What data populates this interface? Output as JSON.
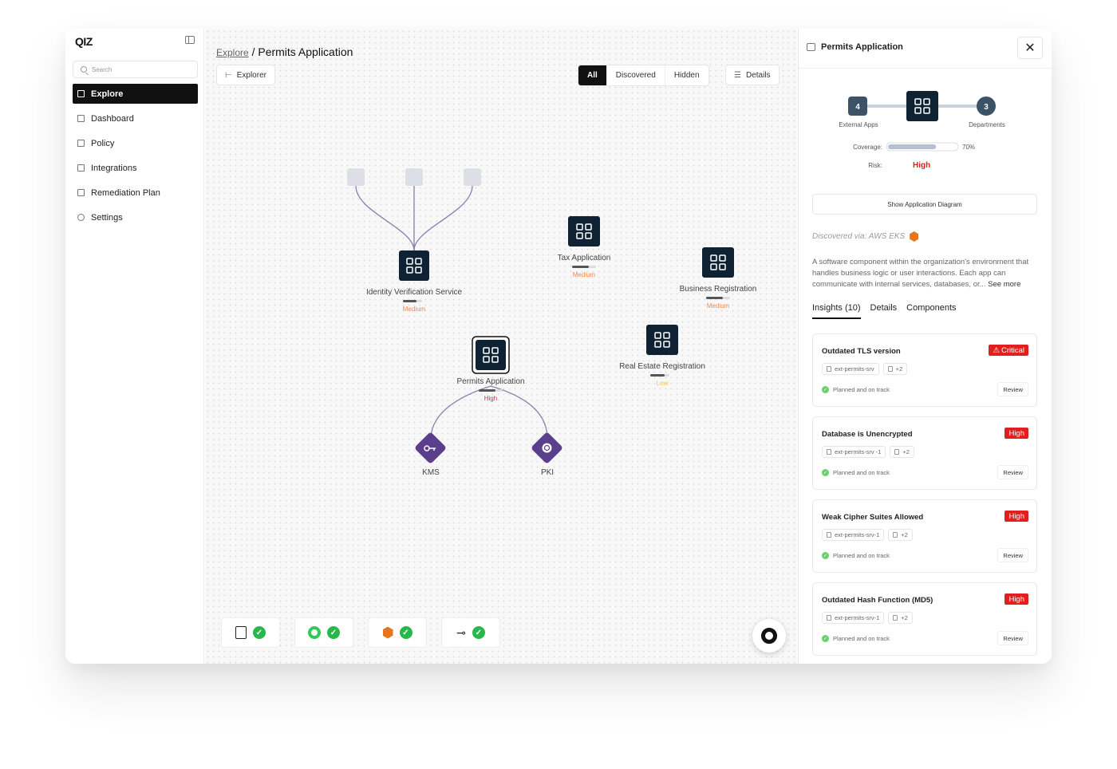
{
  "app": {
    "logo": "QIZ"
  },
  "sidebar": {
    "search_placeholder": "Search",
    "items": [
      {
        "label": "Explore",
        "icon": "telescope-icon",
        "active": true
      },
      {
        "label": "Dashboard",
        "icon": "dashboard-icon"
      },
      {
        "label": "Policy",
        "icon": "document-icon"
      },
      {
        "label": "Integrations",
        "icon": "grid-icon"
      },
      {
        "label": "Remediation Plan",
        "icon": "list-icon"
      },
      {
        "label": "Settings",
        "icon": "gear-icon"
      }
    ]
  },
  "canvas": {
    "breadcrumb_root": "Explore",
    "breadcrumb_sep": " / ",
    "breadcrumb_current": "Permits Application",
    "explorer_label": "Explorer",
    "filters": [
      "All",
      "Discovered",
      "Hidden"
    ],
    "details_label": "Details",
    "nodes": {
      "identity": {
        "label": "Identity Verification Service",
        "risk": "Medium"
      },
      "tax": {
        "label": "Tax Application",
        "risk": "Medium"
      },
      "business": {
        "label": "Business Registration",
        "risk": "Medium"
      },
      "realestate": {
        "label": "Real Estate Registration",
        "risk": "Low"
      },
      "permits": {
        "label": "Permits Application",
        "risk": "High"
      },
      "kms": {
        "label": "KMS"
      },
      "pki": {
        "label": "PKI"
      }
    },
    "integrations": [
      "qiz-doc-icon",
      "green-ring-icon",
      "aws-icon",
      "plug-icon"
    ]
  },
  "panel": {
    "title": "Permits Application",
    "external_apps_count": "4",
    "external_apps_label": "External Apps",
    "departments_count": "3",
    "departments_label": "Departments",
    "coverage_label": "Coverage:",
    "coverage_value": "70%",
    "coverage_fraction": 0.7,
    "risk_label": "Risk:",
    "risk_value": "High",
    "show_diagram": "Show Application Diagram",
    "discovered_via": "Discovered via: AWS EKS",
    "description": "A software component within the organization's environment that handles business logic or user interactions. Each app can communicate with internal services, databases, or...",
    "see_more": " See more",
    "tabs": [
      "Insights (10)",
      "Details",
      "Components"
    ],
    "insights": [
      {
        "title": "Outdated TLS version",
        "severity": "Critical",
        "tag": "ext-permits-srv",
        "extra": "+2",
        "status": "Planned and on track",
        "action": "Review"
      },
      {
        "title": "Database is Unencrypted",
        "severity": "High",
        "tag": "ext-permits-srv -1",
        "extra": "+2",
        "status": "Planned and on track",
        "action": "Review"
      },
      {
        "title": "Weak Cipher Suites Allowed",
        "severity": "High",
        "tag": "ext-permits-srv-1",
        "extra": "+2",
        "status": "Planned and on track",
        "action": "Review"
      },
      {
        "title": "Outdated Hash Function (MD5)",
        "severity": "High",
        "tag": "ext-permits-srv-1",
        "extra": "+2",
        "status": "Planned and on track",
        "action": "Review"
      }
    ]
  },
  "colors": {
    "node_dark": "#0f2233",
    "accent_purple": "#5b3f8c",
    "critical_red": "#e02020",
    "medium_orange": "#f08a4b",
    "high_pink": "#e5245a",
    "low_yellow": "#f2c94c"
  }
}
